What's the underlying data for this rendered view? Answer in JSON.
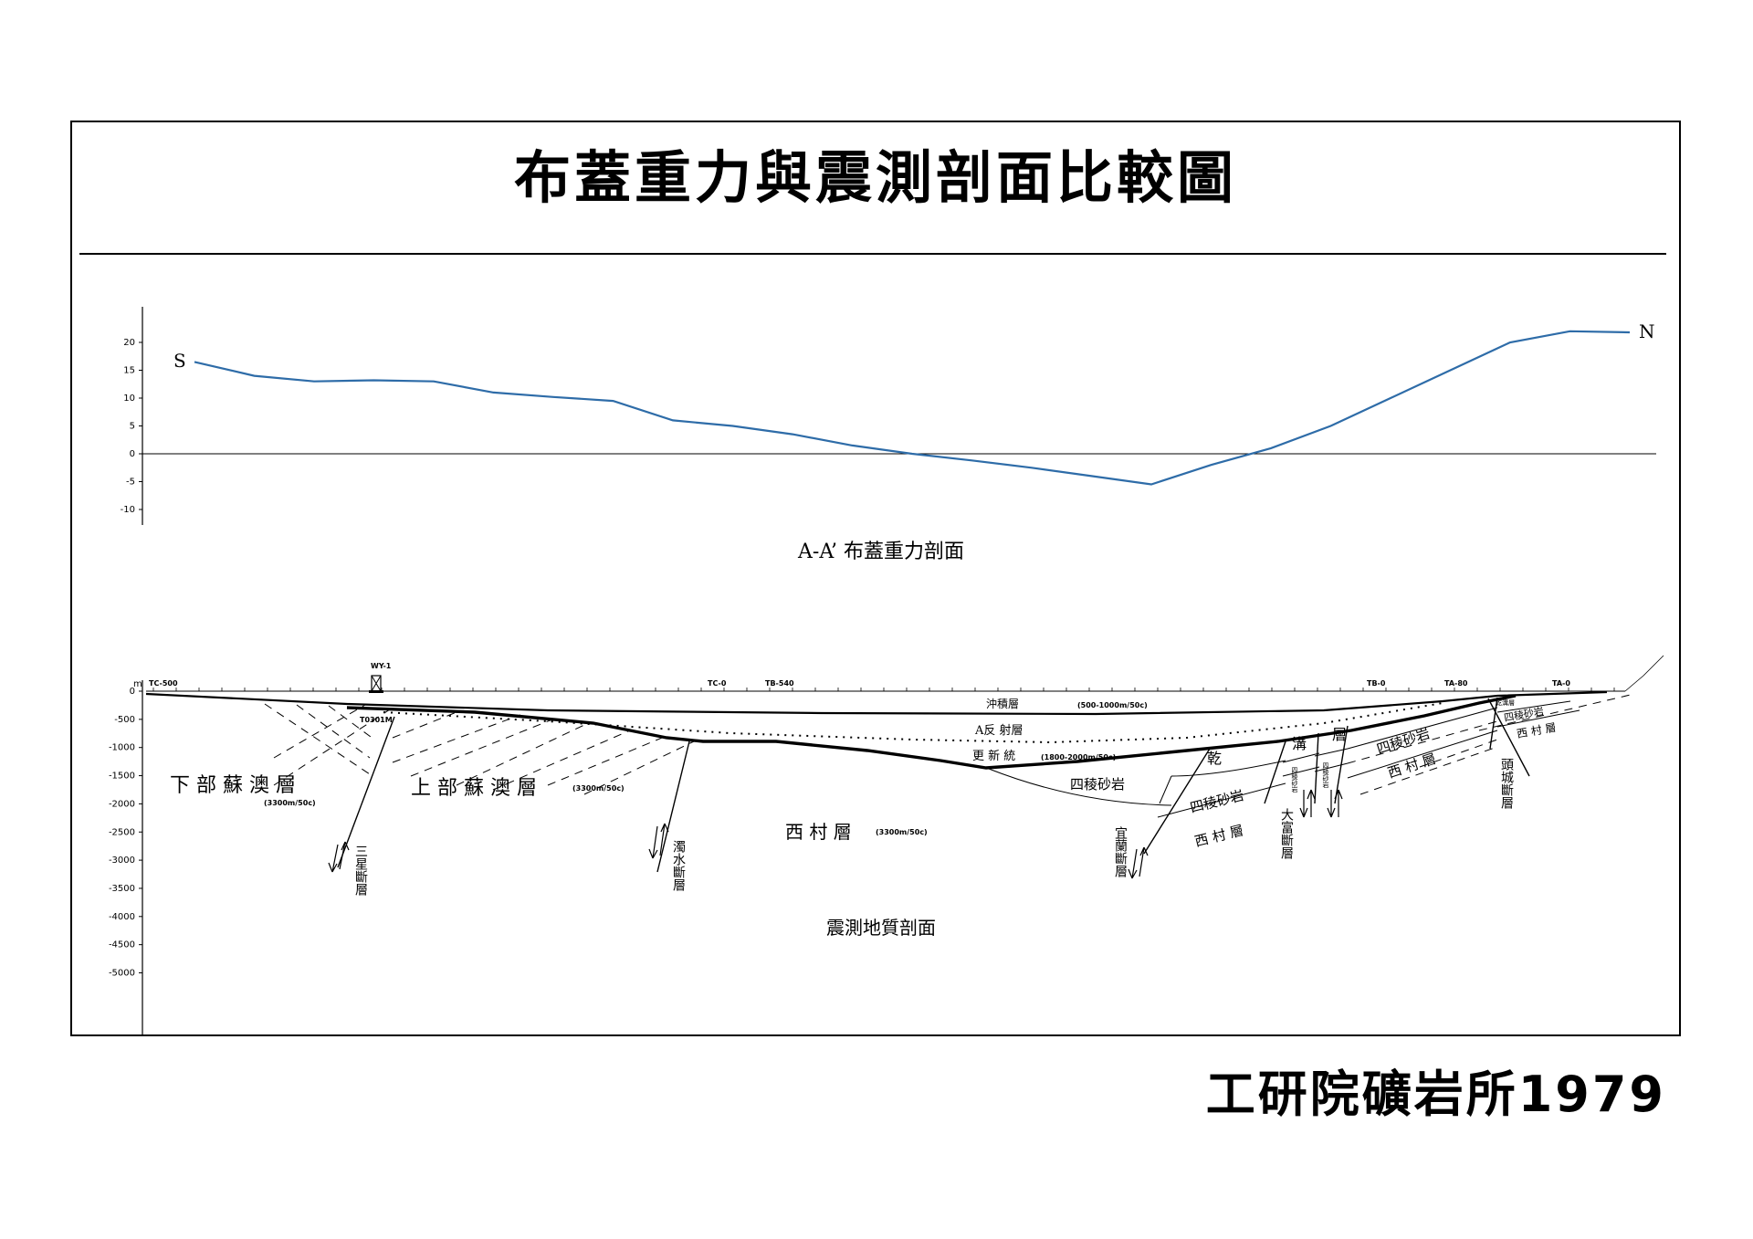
{
  "title": "布蓋重力與震測剖面比較圖",
  "credit": "工研院礦岩所1979",
  "gravity_profile": {
    "caption": "A-A’ 布蓋重力剖面",
    "south_label": "S",
    "north_label": "N",
    "y_ticks": [
      "20",
      "15",
      "10",
      "5",
      "0",
      "-5",
      "-10"
    ],
    "ylim": [
      -12,
      26
    ],
    "line_color": "#2e6ca8",
    "values": [
      16.5,
      14.0,
      13.0,
      13.2,
      13.0,
      11.0,
      10.2,
      9.5,
      6.0,
      5.0,
      3.5,
      1.5,
      0.0,
      -1.2,
      -2.5,
      -4.0,
      -5.5,
      -2.0,
      1.0,
      5.0,
      10.0,
      15.0,
      20.0,
      22.0,
      21.8
    ]
  },
  "seismic_section": {
    "caption": "震測地質剖面",
    "depth_ticks": [
      "0",
      "-500",
      "-1000",
      "-1500",
      "-2000",
      "-2500",
      "-3000",
      "-3500",
      "-4000",
      "-4500",
      "-5000"
    ],
    "depth_unit": "m",
    "stations": [
      "TC-500",
      "TC-0",
      "TB-540",
      "TB-0",
      "TA-80",
      "TA-0"
    ],
    "well": "WY-1",
    "well_depth_label": "T0301M",
    "units": {
      "alluvium": "沖積層",
      "alluvium_velocity": "(500-1000m/50c)",
      "reflector_a": "A反 射層",
      "pleistocene": "更 新 統",
      "pleistocene_velocity": "(1800-2000m/50c)",
      "lower_suao": "下 部 蘇 澳 層",
      "lower_suao_velocity": "(3300m/50c)",
      "upper_suao": "上 部 蘇 澳 層",
      "upper_suao_velocity": "(3300m/50c)",
      "xicun": "西 村 層",
      "xicun_velocity": "(3300m/50c)",
      "silengsha_1": "四稜砂岩",
      "silengsha_2": "四稜砂岩",
      "xicun_2": "西 村 層",
      "silengsha_3": "四稜砂岩",
      "xicun_3": "西 村 層",
      "silengsha_4": "四稜砂岩",
      "xicun_4": "西 村 層",
      "gangou_1": "乾",
      "gangou_2": "溝",
      "gangou_3": "層",
      "small_silengsha_1": "四稜砂岩",
      "small_silengsha_2": "四稜砂岩",
      "ganggou_small": "乾溝層"
    },
    "faults": {
      "sanxing": "三星斷層",
      "zhuoshui": "濁水斷層",
      "yilan": "宜蘭斷層",
      "dafu": "大富斷層",
      "toucheng": "頭城斷層"
    }
  }
}
